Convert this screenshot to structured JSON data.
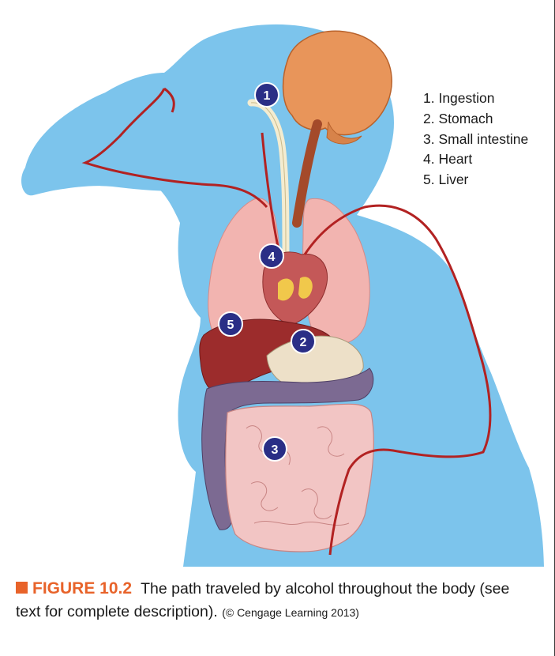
{
  "legend": {
    "items": [
      "1. Ingestion",
      "2. Stomach",
      "3. Small intestine",
      "4. Heart",
      "5. Liver"
    ]
  },
  "markers": [
    "1",
    "2",
    "3",
    "4",
    "5"
  ],
  "caption": {
    "figure_label": "FIGURE 10.2",
    "text": "The path traveled by alcohol throughout the body (see text for complete description).",
    "credit": "(© Cengage Learning 2013)"
  },
  "colors": {
    "silhouette": "#7cc4ec",
    "accent": "#e8632a",
    "badge": "#2a2e86",
    "artery": "#b22222"
  }
}
